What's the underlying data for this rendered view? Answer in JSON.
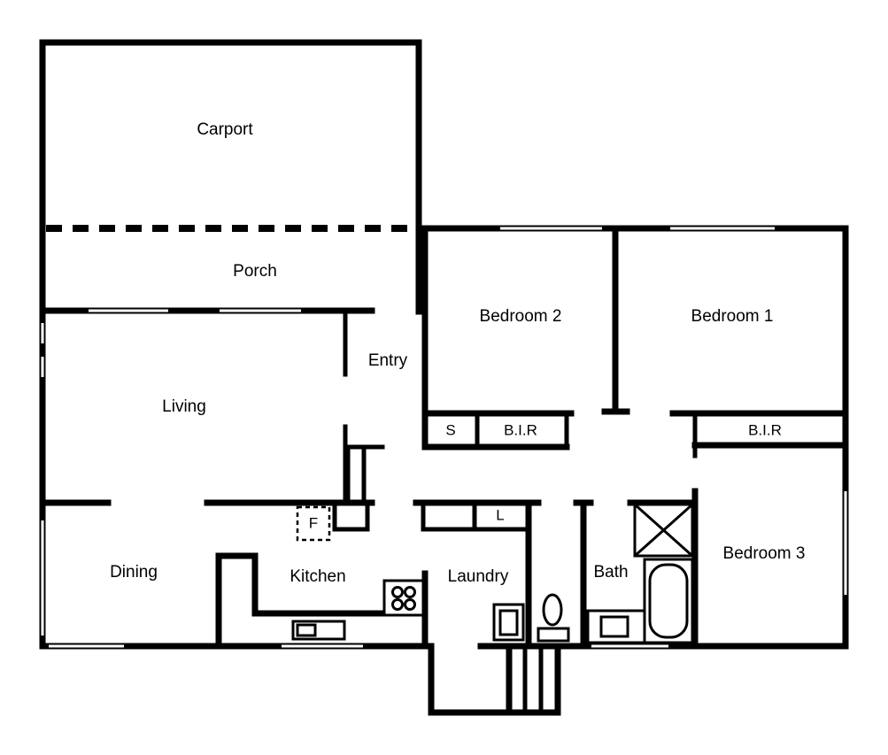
{
  "rooms": {
    "carport": "Carport",
    "porch": "Porch",
    "entry": "Entry",
    "living": "Living",
    "dining": "Dining",
    "kitchen": "Kitchen",
    "laundry": "Laundry",
    "bath": "Bath",
    "bedroom1": "Bedroom 1",
    "bedroom2": "Bedroom 2",
    "bedroom3": "Bedroom 3"
  },
  "fixtures": {
    "store": "S",
    "bir_bed2": "B.I.R",
    "bir_bed1": "B.I.R",
    "linen": "L",
    "fridge": "F"
  }
}
